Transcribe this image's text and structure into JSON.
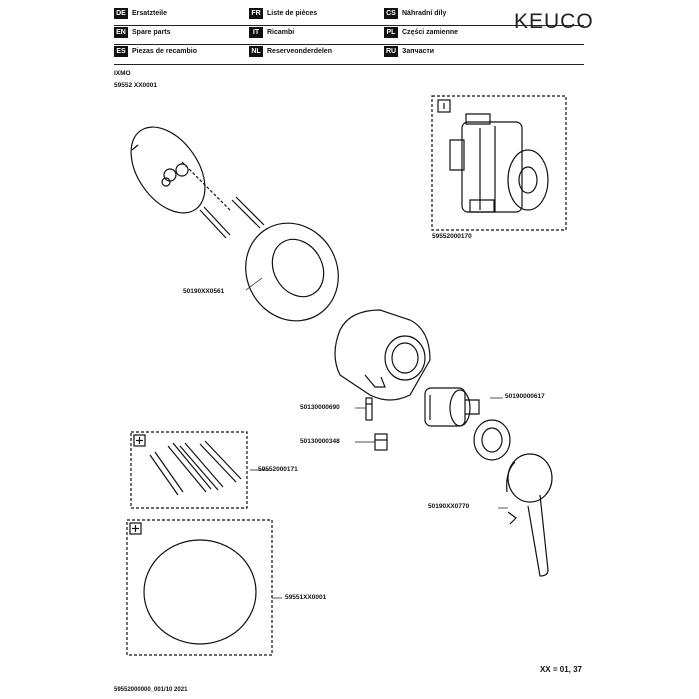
{
  "header": {
    "logo": "KEUCO",
    "languages": [
      {
        "code": "DE",
        "text": "Ersatzteile"
      },
      {
        "code": "FR",
        "text": "Liste de pièces"
      },
      {
        "code": "CS",
        "text": "Náhradní díly"
      },
      {
        "code": "EN",
        "text": "Spare parts"
      },
      {
        "code": "IT",
        "text": "Ricambi"
      },
      {
        "code": "PL",
        "text": "Części zamienne"
      },
      {
        "code": "ES",
        "text": "Piezas de recambio"
      },
      {
        "code": "NL",
        "text": "Reserveonderdelen"
      },
      {
        "code": "RU",
        "text": "Запчасти"
      }
    ]
  },
  "product": {
    "name": "IXMO",
    "number": "59552 XX0001"
  },
  "parts": {
    "p1": "59552000170",
    "p2": "50190XX0561",
    "p3": "50190000617",
    "p4": "50130000690",
    "p5": "50130000348",
    "p6": "59552000171",
    "p7": "50190XX0770",
    "p8": "59551XX0001"
  },
  "footer": {
    "variant": "XX = 01, 37",
    "doc_id": "59552000000_001/10 2021"
  }
}
